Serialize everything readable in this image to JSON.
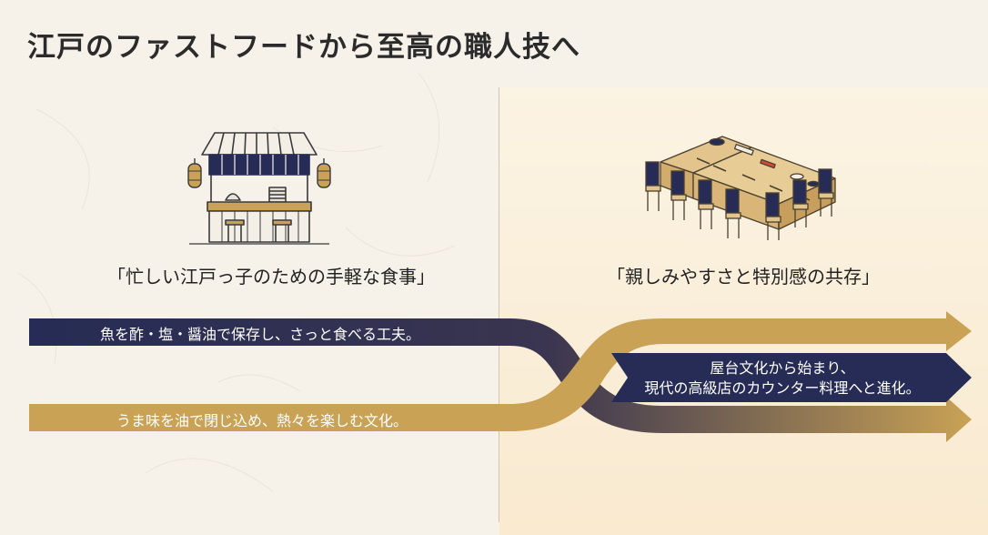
{
  "title": "江戸のファストフードから至高の職人技へ",
  "left": {
    "illustration": "yatai-food-stall-icon",
    "caption": "「忙しい江戸っ子のための手軽な食事」",
    "band_navy_text": "魚を酢・塩・醤油で保存し、さっと食べる工夫。",
    "band_gold_text": "うま味を油で閉じ込め、熱々を楽しむ文化。"
  },
  "right": {
    "illustration": "sushi-counter-icon",
    "caption": "「親しみやすさと特別感の共存」",
    "arrow_text_lines": [
      "屋台文化から始まり、",
      "現代の高級店のカウンター料理へと進化。"
    ]
  },
  "colors": {
    "navy": "#262c55",
    "gold": "#c9a255",
    "background": "#f6f2ea",
    "panel": "#faefdb"
  }
}
